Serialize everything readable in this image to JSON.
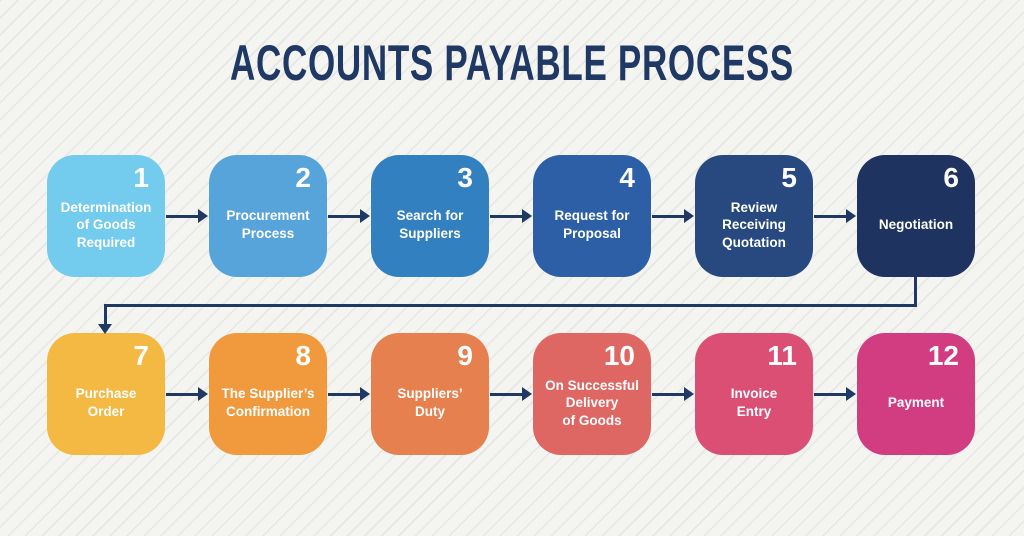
{
  "title": "ACCOUNTS PAYABLE PROCESS",
  "colors": {
    "title": "#1f3864",
    "arrow": "#1f3864",
    "background": "#f4f4f1",
    "stripe": "rgba(105,115,125,0.10)",
    "step_text": "#ffffff"
  },
  "steps": [
    {
      "number": "1",
      "label": "Determination\nof Goods\nRequired",
      "color": "#73cbee"
    },
    {
      "number": "2",
      "label": "Procurement\nProcess",
      "color": "#57a4da"
    },
    {
      "number": "3",
      "label": "Search for\nSuppliers",
      "color": "#3380c1"
    },
    {
      "number": "4",
      "label": "Request for\nProposal",
      "color": "#2d5fa6"
    },
    {
      "number": "5",
      "label": "Review\nReceiving\nQuotation",
      "color": "#27497f"
    },
    {
      "number": "6",
      "label": "Negotiation",
      "color": "#1e3360"
    },
    {
      "number": "7",
      "label": "Purchase\nOrder",
      "color": "#f3b942"
    },
    {
      "number": "8",
      "label": "The Supplier’s\nConfirmation",
      "color": "#f0993d"
    },
    {
      "number": "9",
      "label": "Suppliers’\nDuty",
      "color": "#e6814f"
    },
    {
      "number": "10",
      "label": "On Successful\nDelivery\nof Goods",
      "color": "#df6763"
    },
    {
      "number": "11",
      "label": "Invoice\nEntry",
      "color": "#dc4f74"
    },
    {
      "number": "12",
      "label": "Payment",
      "color": "#d23c80"
    }
  ]
}
